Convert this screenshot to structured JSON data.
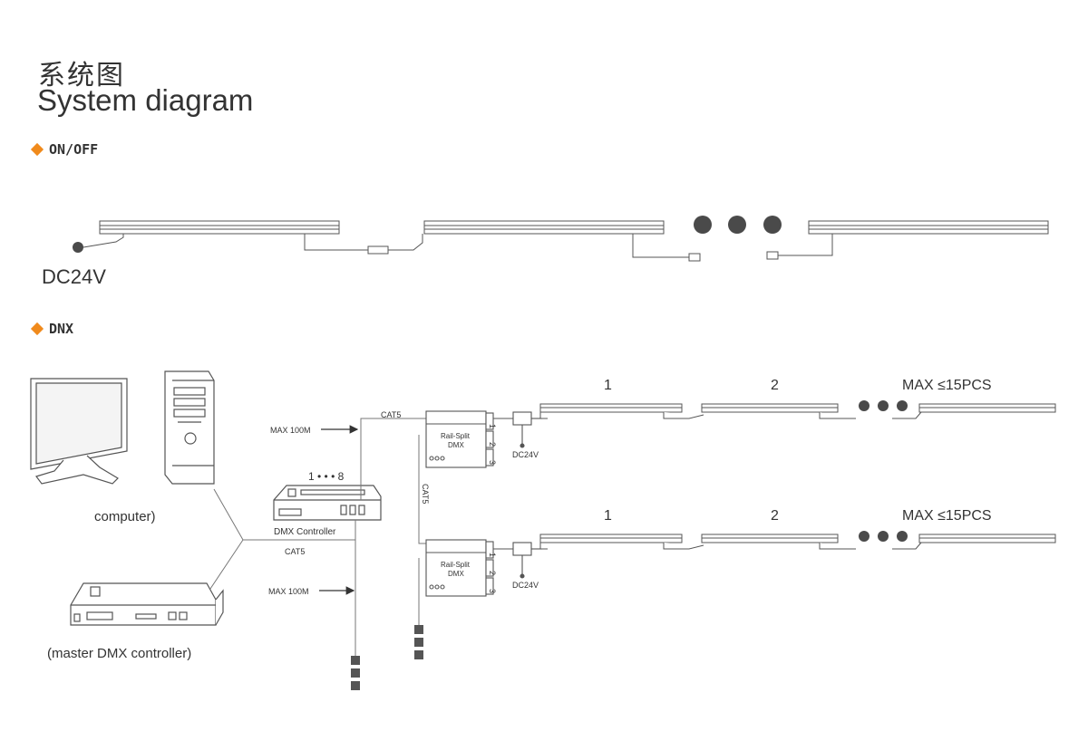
{
  "header": {
    "title_cn": "系统图",
    "title_en": "System diagram"
  },
  "sections": {
    "onoff": {
      "label": "ON/OFF"
    },
    "dmx": {
      "label": "DNX"
    }
  },
  "labels": {
    "dc24v_main": "DC24V",
    "computer": "computer)",
    "master_controller": "(master DMX controller)",
    "dmx_controller": "DMX Controller",
    "controller_ports": "1 • • • 8",
    "cat5_top": "CAT5",
    "cat5_vertical": "CAT5",
    "cat5_bottom": "CAT5",
    "max100m_top": "MAX 100M",
    "max100m_bottom": "MAX 100M",
    "rail_split_line1": "Rail-Split",
    "rail_split_line2": "DMX",
    "port_1": "1",
    "port_2": "2",
    "port_3": "3",
    "dc24v_small": "DC24V",
    "bar_1": "1",
    "bar_2": "2",
    "max_pcs": "MAX ≤15PCS"
  },
  "colors": {
    "accent": "#f08a1c",
    "line": "#555555",
    "dot": "#4a4a4a"
  }
}
